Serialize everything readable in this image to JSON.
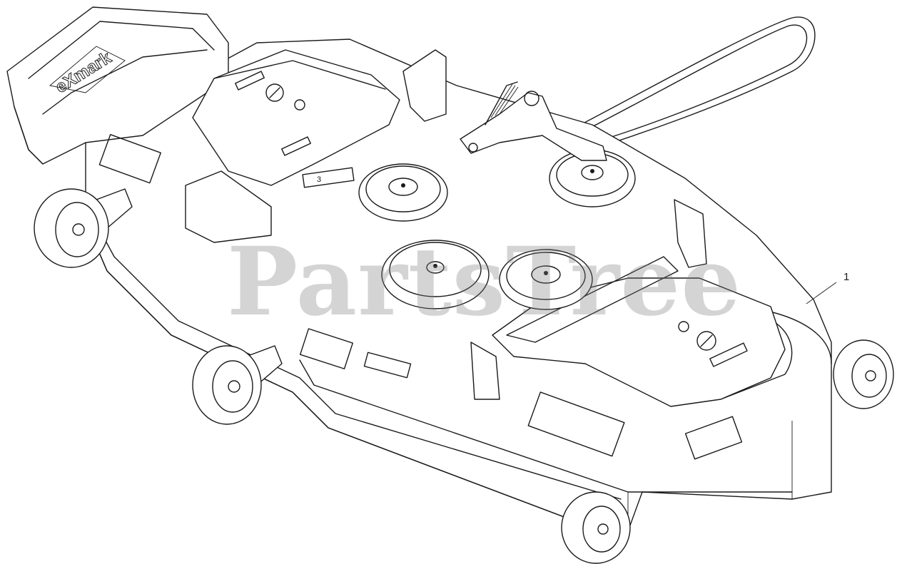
{
  "diagram": {
    "watermark_text": "PartsTree",
    "callouts": [
      {
        "label": "1"
      }
    ],
    "brand_mark": "eXmark",
    "decal_numbers": [
      "3"
    ],
    "line_color": "#1a1a1a",
    "watermark_color": "#8a8a8a"
  }
}
